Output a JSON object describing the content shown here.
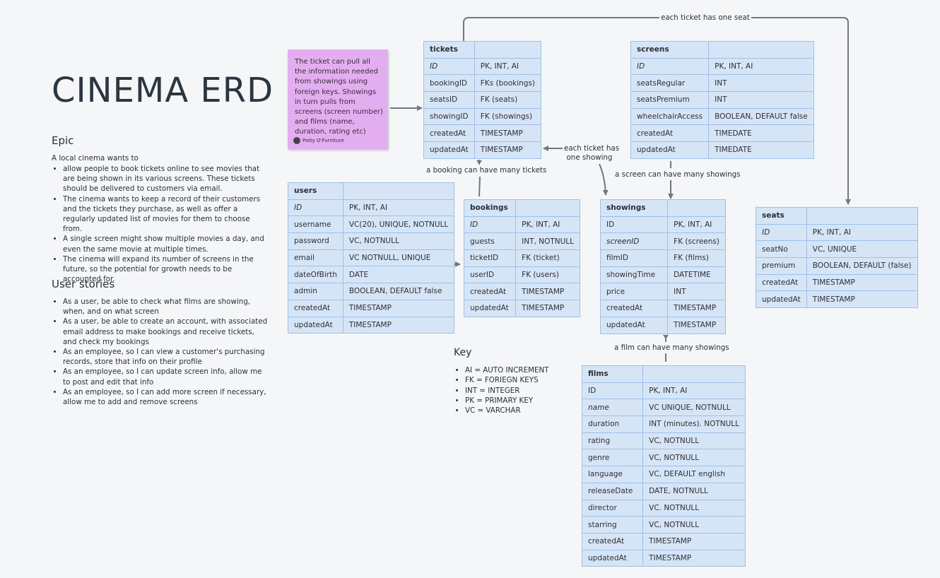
{
  "title": "CINEMA ERD",
  "epic": {
    "heading": "Epic",
    "intro": "A local cinema wants to",
    "items": [
      "allow people to book tickets online to see movies that are being shown in its various screens. These tickets should be delivered to customers via email.",
      "The cinema wants to keep a record of their customers and the tickets they purchase, as well as offer a regularly updated list of movies for them to choose from.",
      "A single screen might show multiple movies a day, and even the same movie at multiple times.",
      "The cinema will expand its number of screens in the future, so the potential for growth needs to be accounted for."
    ]
  },
  "user_stories": {
    "heading": "User stories",
    "items": [
      "As a user, be able to check what films are showing, when, and on what screen",
      "As a user, be able to create an account, with associated email address to make bookings and receive tickets, and check my bookings",
      "As an employee, so I can view a customer's purchasing records, store that info on their profile",
      "As an employee, so I can update screen info, allow me to post and edit that info",
      "As an employee, so I can add more screen if necessary, allow me to add and remove screens"
    ]
  },
  "sticky": {
    "text": "The ticket can pull all the information needed from showings using foreign keys. Showings in turn pulls from screens (screen number) and films (name, duration, rating etc)",
    "author": "Patty O'Furniture",
    "color": "#e3aeef"
  },
  "key": {
    "heading": "Key",
    "items": [
      "AI = AUTO INCREMENT",
      "FK = FORIEGN KEYS",
      "INT = INTEGER",
      "PK = PRIMARY KEY",
      "VC = VARCHAR"
    ]
  },
  "relationships": {
    "ticket_seat": "each ticket has one seat",
    "ticket_showing_line1": "each ticket has",
    "ticket_showing_line2": "one showing",
    "booking_tickets": "a booking can have many tickets",
    "screen_showings": "a screen can have many showings",
    "film_showings": "a film can have many showings"
  },
  "tables": {
    "tickets": {
      "name": "tickets",
      "rows": [
        [
          "ID",
          "PK, INT, AI"
        ],
        [
          "bookingID",
          "FKs (bookings)"
        ],
        [
          "seatsID",
          "FK (seats)"
        ],
        [
          "showingID",
          "FK (showings)"
        ],
        [
          "createdAt",
          "TIMESTAMP"
        ],
        [
          "updatedAt",
          "TIMESTAMP"
        ]
      ]
    },
    "screens": {
      "name": "screens",
      "rows": [
        [
          "ID",
          "PK, INT, AI"
        ],
        [
          "seatsRegular",
          "INT"
        ],
        [
          "seatsPremium",
          "INT"
        ],
        [
          "wheelchairAccess",
          "BOOLEAN, DEFAULT false"
        ],
        [
          "createdAt",
          "TIMEDATE"
        ],
        [
          "updatedAt",
          "TIMEDATE"
        ]
      ]
    },
    "users": {
      "name": "users",
      "rows": [
        [
          "ID",
          "PK, INT, AI"
        ],
        [
          "username",
          "VC(20), UNIQUE, NOTNULL"
        ],
        [
          "password",
          "VC, NOTNULL"
        ],
        [
          "email",
          "VC NOTNULL, UNIQUE"
        ],
        [
          "dateOfBirth",
          "DATE"
        ],
        [
          "admin",
          "BOOLEAN, DEFAULT false"
        ],
        [
          "createdAt",
          "TIMESTAMP"
        ],
        [
          "updatedAt",
          "TIMESTAMP"
        ]
      ]
    },
    "bookings": {
      "name": "bookings",
      "rows": [
        [
          "ID",
          "PK, INT, AI"
        ],
        [
          "guests",
          "INT, NOTNULL"
        ],
        [
          "ticketID",
          "FK (ticket)"
        ],
        [
          "userID",
          "FK (users)"
        ],
        [
          "createdAt",
          "TIMESTAMP"
        ],
        [
          "updatedAt",
          "TIMESTAMP"
        ]
      ]
    },
    "showings": {
      "name": "showings",
      "rows": [
        [
          "ID",
          "PK, INT, AI"
        ],
        [
          "screenID",
          "FK (screens)"
        ],
        [
          "filmID",
          "FK (films)"
        ],
        [
          "showingTime",
          "DATETIME"
        ],
        [
          "price",
          "INT"
        ],
        [
          "createdAt",
          "TIMESTAMP"
        ],
        [
          "updatedAt",
          "TIMESTAMP"
        ]
      ]
    },
    "seats": {
      "name": "seats",
      "rows": [
        [
          "ID",
          "PK, INT, AI"
        ],
        [
          "seatNo",
          "VC, UNIQUE"
        ],
        [
          "premium",
          "BOOLEAN, DEFAULT (false)"
        ],
        [
          "createdAt",
          "TIMESTAMP"
        ],
        [
          "updatedAt",
          "TIMESTAMP"
        ]
      ]
    },
    "films": {
      "name": "films",
      "rows": [
        [
          "ID",
          "PK, INT, AI"
        ],
        [
          "name",
          "VC UNIQUE, NOTNULL"
        ],
        [
          "duration",
          "INT (minutes). NOTNULL"
        ],
        [
          "rating",
          "VC, NOTNULL"
        ],
        [
          "genre",
          "VC, NOTNULL"
        ],
        [
          "language",
          "VC, DEFAULT english"
        ],
        [
          "releaseDate",
          "DATE, NOTNULL"
        ],
        [
          "director",
          "VC. NOTNULL"
        ],
        [
          "starring",
          "VC, NOTNULL"
        ],
        [
          "createdAt",
          "TIMESTAMP"
        ],
        [
          "updatedAt",
          "TIMESTAMP"
        ]
      ]
    }
  }
}
